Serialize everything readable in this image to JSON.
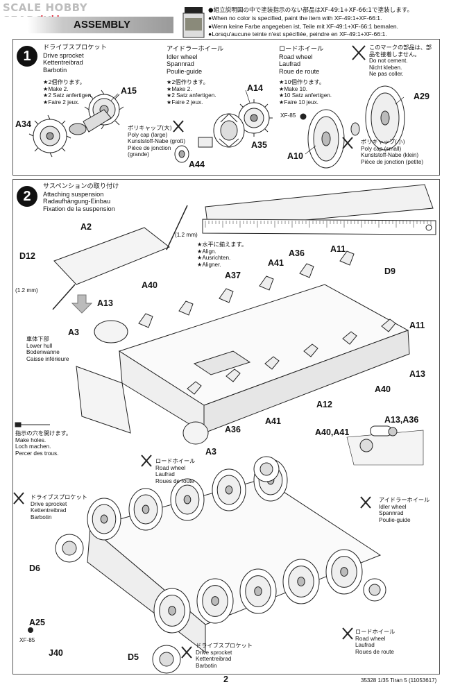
{
  "watermark": {
    "line1": "SCALE HOBBY SEARCH",
    "line2": "www.ssahobby.com"
  },
  "header": {
    "title": "ASSEMBLY",
    "paint_code": "XF-49"
  },
  "notes": [
    "●組立説明図の中で塗装指示のない部品はXF-49:1+XF-66:1で塗装します。",
    "●When no color is specified, paint the item with XF-49:1+XF-66:1.",
    "●Wenn keine Farbe angegeben ist, Teile mit XF-49:1+XF-66:1 bemalen.",
    "●Lorsqu'aucune teinte n'est spécifiée, peindre en XF-49:1+XF-66:1."
  ],
  "step1": {
    "number": "1",
    "sprocket": {
      "jp": "ドライブスプロケット",
      "en": "Drive sprocket",
      "de": "Kettentreibrad",
      "fr": "Barbotin",
      "make": [
        "★2個作ります。",
        "★Make 2.",
        "★2 Satz anfertigen.",
        "★Faire 2 jeux."
      ]
    },
    "idler": {
      "jp": "アイドラーホイール",
      "en": "Idler wheel",
      "de": "Spannrad",
      "fr": "Poulie-guide",
      "make": [
        "★2個作ります。",
        "★Make 2.",
        "★2 Satz anfertigen.",
        "★Faire 2 jeux."
      ]
    },
    "road": {
      "jp": "ロードホイール",
      "en": "Road wheel",
      "de": "Laufrad",
      "fr": "Roue de route",
      "make": [
        "★10個作ります。",
        "★Make 10.",
        "★10 Satz anfertigen.",
        "★Faire 10 jeux."
      ]
    },
    "nocement": [
      "このマークの部品は、部",
      "品を接着しません。",
      "Do not cement.",
      "Nicht kleben.",
      "Ne pas coller."
    ],
    "polycap_large": [
      "ポリキャップ(大)",
      "Poly cap (large)",
      "Kunststoff-Nabe (groß)",
      "Pièce de jonction",
      "(grande)"
    ],
    "polycap_small": [
      "ポリキャップ(小)",
      "Poly cap (small)",
      "Kunststoff-Nabe (klein)",
      "Pièce de jonction (petite)"
    ],
    "parts": {
      "a15": "A15",
      "a34": "A34",
      "a14": "A14",
      "a35": "A35",
      "a44": "A44",
      "a29": "A29",
      "a10": "A10",
      "xf85": "XF-85"
    }
  },
  "step2": {
    "number": "2",
    "title": [
      "サスペンションの取り付け",
      "Attaching suspension",
      "Radaufhängung-Einbau",
      "Fixation de la suspension"
    ],
    "align": [
      "★水平に揃えます。",
      "★Align.",
      "★Ausrichten.",
      "★Aligner."
    ],
    "dim1": "(1.2 mm)",
    "dim2": "(1.2 mm)",
    "lowerhull": [
      "車体下部",
      "Lower hull",
      "Bodenwanne",
      "Caisse inférieure"
    ],
    "holes": [
      "指示の穴を開けます。",
      "Make holes.",
      "Loch machen.",
      "Percer des trous."
    ],
    "parts": {
      "a2": "A2",
      "d12": "D12",
      "a40a": "A40",
      "a13a": "A13",
      "a3a": "A3",
      "a37": "A37",
      "a36a": "A36",
      "a41a": "A41",
      "a11a": "A11",
      "d9": "D9",
      "a11b": "A11",
      "a13b": "A13",
      "a40b": "A40",
      "a12": "A12",
      "a41b": "A41",
      "a36b": "A36",
      "a3b": "A3",
      "a4041": "A40,A41",
      "a1336": "A13,A36",
      "d6": "D6",
      "a25": "A25",
      "xf85": "XF-85",
      "j40": "J40",
      "d5": "D5"
    },
    "road_top": [
      "ロードホイール",
      "Road wheel",
      "Laufrad",
      "Roues de route"
    ],
    "sprocket_left": [
      "ドライブスプロケット",
      "Drive sprocket",
      "Kettentreibrad",
      "Barbotin"
    ],
    "idler_right": [
      "アイドラーホイール",
      "Idler wheel",
      "Spannrad",
      "Poulie-guide"
    ],
    "road_bottom": [
      "ロードホイール",
      "Road wheel",
      "Laufrad",
      "Roues de route"
    ],
    "sprocket_bottom": [
      "ドライブスプロケット",
      "Drive sprocket",
      "Kettentreibrad",
      "Barbotin"
    ]
  },
  "footer": {
    "page": "2",
    "code": "35328  1/35 Tiran 5 (11053617)"
  }
}
